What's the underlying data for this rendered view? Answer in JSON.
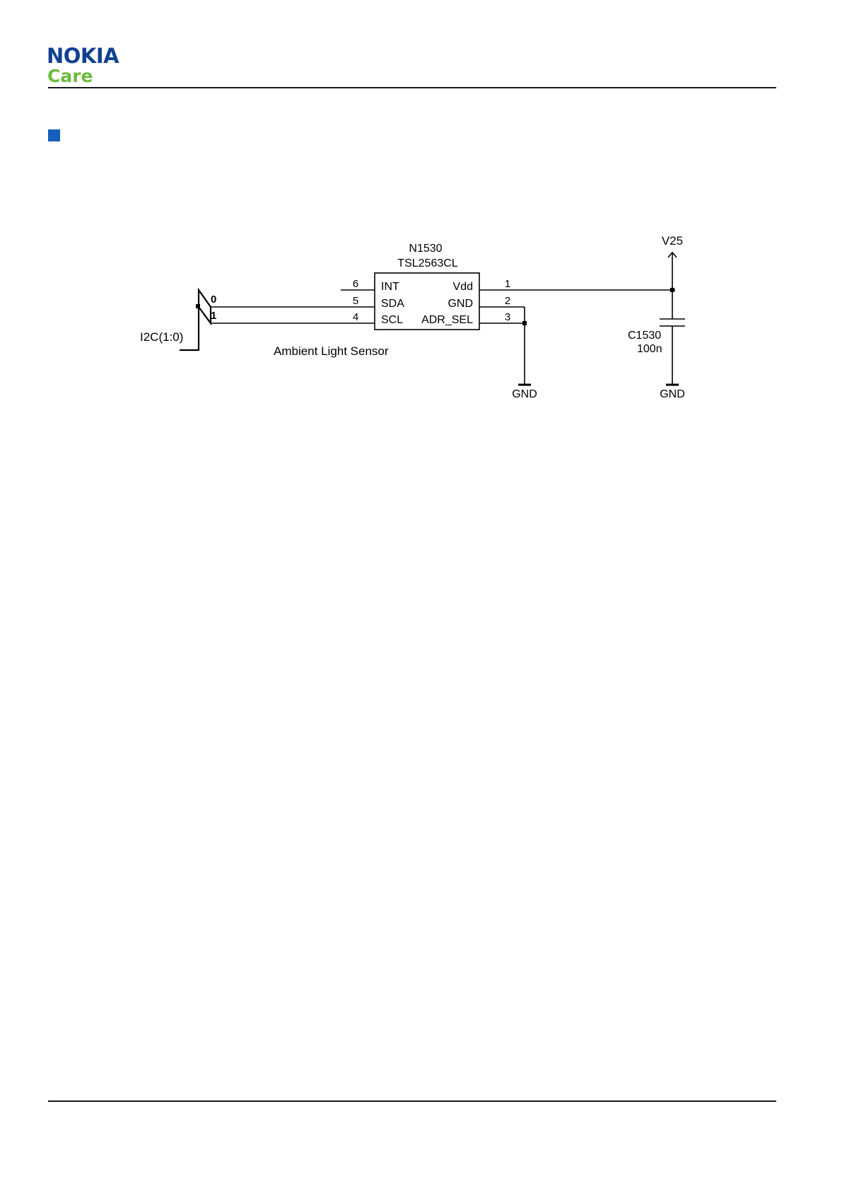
{
  "header": {
    "brand": "NOKIA",
    "sub_brand": "Care",
    "brand_color": "#124191",
    "sub_brand_color": "#6cbb3c",
    "section_marker_color": "#1560bd"
  },
  "schematic": {
    "component": {
      "ref": "N1530",
      "part": "TSL2563CL",
      "description": "Ambient Light Sensor",
      "left_pins": [
        {
          "number": "6",
          "name": "INT"
        },
        {
          "number": "5",
          "name": "SDA"
        },
        {
          "number": "4",
          "name": "SCL"
        }
      ],
      "right_pins": [
        {
          "number": "1",
          "name": "Vdd"
        },
        {
          "number": "2",
          "name": "GND"
        },
        {
          "number": "3",
          "name": "ADR_SEL"
        }
      ]
    },
    "bus": {
      "label": "I2C(1:0)",
      "bits": [
        "0",
        "1"
      ]
    },
    "power": {
      "label": "V25"
    },
    "capacitor": {
      "ref": "C1530",
      "value": "100n"
    },
    "grounds": [
      "GND",
      "GND"
    ]
  }
}
